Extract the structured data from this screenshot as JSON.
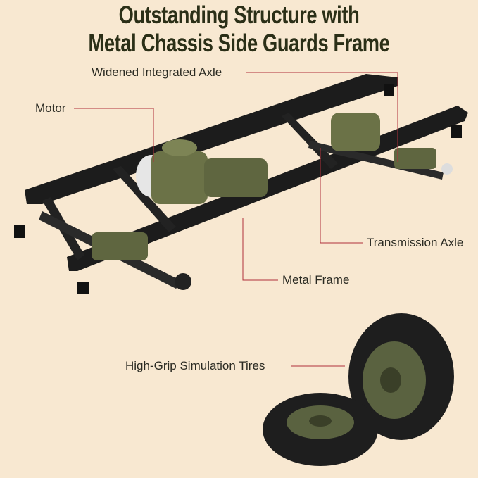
{
  "title": {
    "line1": "Outstanding Structure with",
    "line2": "Metal Chassis Side Guards Frame"
  },
  "labels": {
    "axle": "Widened Integrated Axle",
    "motor": "Motor",
    "transmission": "Transmission Axle",
    "frame": "Metal Frame",
    "tires": "High-Grip Simulation Tires"
  },
  "colors": {
    "background": "#f8e8d1",
    "title": "#2b2f17",
    "leader": "#b0303a",
    "frame": "#1c1c1c",
    "olive": "#6b7247"
  }
}
